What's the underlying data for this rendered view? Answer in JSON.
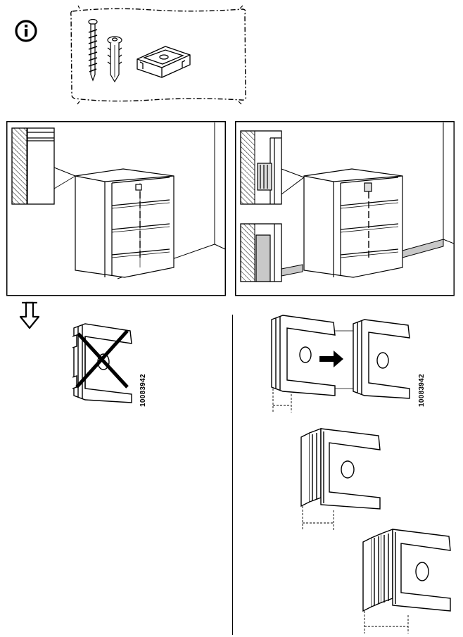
{
  "page": {
    "info_icon": "info-circle-icon",
    "part_numbers": {
      "left": "10083942",
      "right": "10083942"
    }
  },
  "parts": [
    "wall-screw",
    "wall-plug",
    "spacer-clip"
  ],
  "colors": {
    "ink": "#000000",
    "paper": "#ffffff",
    "wall_shade": "#c8c8c8"
  }
}
